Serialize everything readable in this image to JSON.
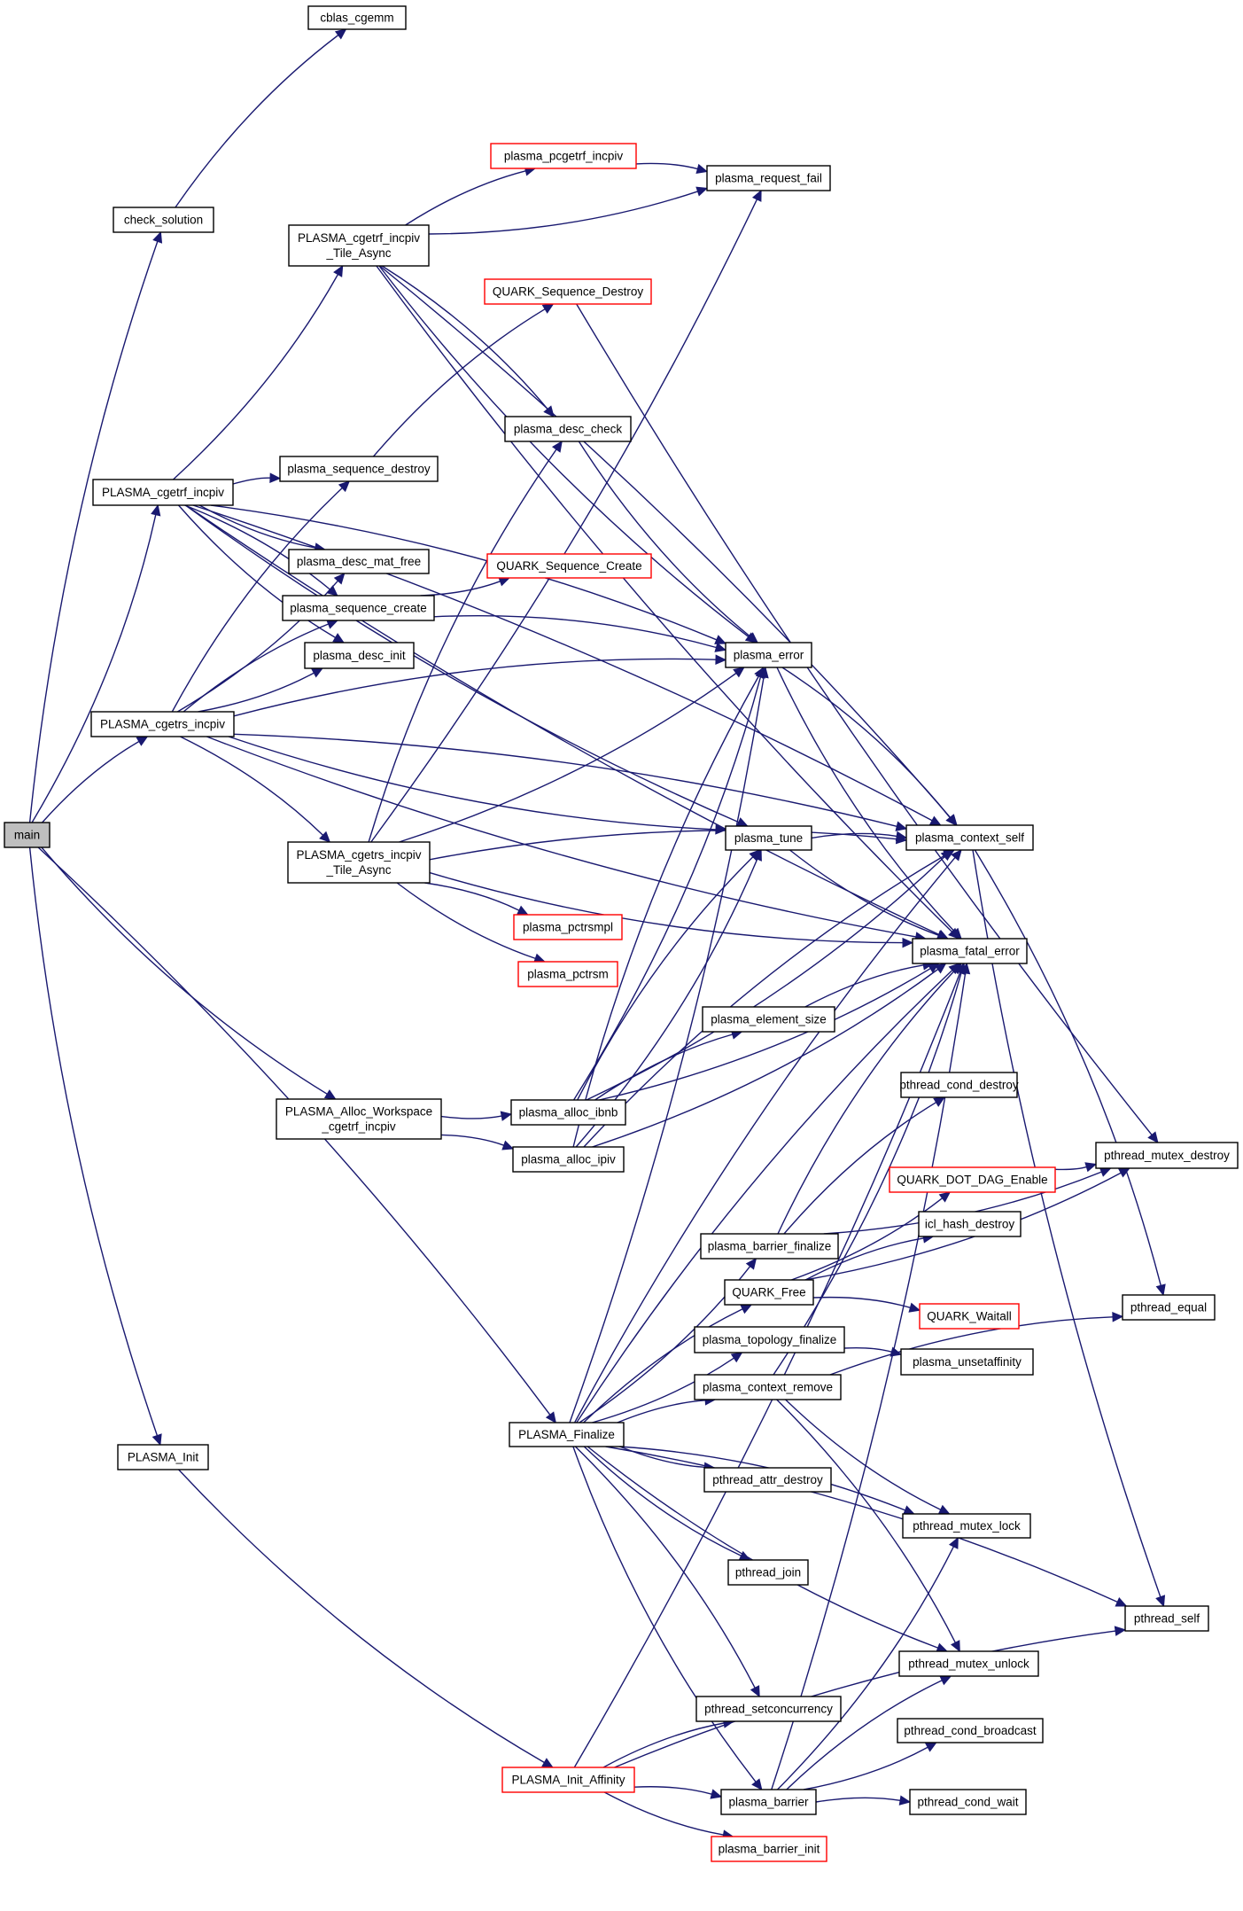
{
  "graph": {
    "title": "Call graph of main",
    "colors": {
      "edge": "#191970",
      "root_fill": "#bfbfbf",
      "node_border": "#000000",
      "truncated_border": "#ff0000"
    },
    "nodes": [
      {
        "id": "main",
        "lines": [
          "main"
        ],
        "style": "root"
      },
      {
        "id": "cblas_cgemm",
        "lines": [
          "cblas_cgemm"
        ],
        "style": "normal"
      },
      {
        "id": "check_solution",
        "lines": [
          "check_solution"
        ],
        "style": "normal"
      },
      {
        "id": "PLASMA_cgetrf_incpiv_Tile_Async",
        "lines": [
          "PLASMA_cgetrf_incpiv",
          "_Tile_Async"
        ],
        "style": "normal"
      },
      {
        "id": "plasma_pcgetrf_incpiv",
        "lines": [
          "plasma_pcgetrf_incpiv"
        ],
        "style": "red"
      },
      {
        "id": "plasma_request_fail",
        "lines": [
          "plasma_request_fail"
        ],
        "style": "normal"
      },
      {
        "id": "QUARK_Sequence_Destroy",
        "lines": [
          "QUARK_Sequence_Destroy"
        ],
        "style": "red"
      },
      {
        "id": "plasma_desc_check",
        "lines": [
          "plasma_desc_check"
        ],
        "style": "normal"
      },
      {
        "id": "PLASMA_cgetrf_incpiv",
        "lines": [
          "PLASMA_cgetrf_incpiv"
        ],
        "style": "normal"
      },
      {
        "id": "plasma_sequence_destroy",
        "lines": [
          "plasma_sequence_destroy"
        ],
        "style": "normal"
      },
      {
        "id": "plasma_desc_mat_free",
        "lines": [
          "plasma_desc_mat_free"
        ],
        "style": "normal"
      },
      {
        "id": "QUARK_Sequence_Create",
        "lines": [
          "QUARK_Sequence_Create"
        ],
        "style": "red"
      },
      {
        "id": "plasma_sequence_create",
        "lines": [
          "plasma_sequence_create"
        ],
        "style": "normal"
      },
      {
        "id": "plasma_desc_init",
        "lines": [
          "plasma_desc_init"
        ],
        "style": "normal"
      },
      {
        "id": "plasma_error",
        "lines": [
          "plasma_error"
        ],
        "style": "normal"
      },
      {
        "id": "PLASMA_cgetrs_incpiv",
        "lines": [
          "PLASMA_cgetrs_incpiv"
        ],
        "style": "normal"
      },
      {
        "id": "plasma_tune",
        "lines": [
          "plasma_tune"
        ],
        "style": "normal"
      },
      {
        "id": "plasma_context_self",
        "lines": [
          "plasma_context_self"
        ],
        "style": "normal"
      },
      {
        "id": "PLASMA_cgetrs_incpiv_Tile_Async",
        "lines": [
          "PLASMA_cgetrs_incpiv",
          "_Tile_Async"
        ],
        "style": "normal"
      },
      {
        "id": "plasma_pctrsmpl",
        "lines": [
          "plasma_pctrsmpl"
        ],
        "style": "red"
      },
      {
        "id": "plasma_pctrsm",
        "lines": [
          "plasma_pctrsm"
        ],
        "style": "red"
      },
      {
        "id": "plasma_fatal_error",
        "lines": [
          "plasma_fatal_error"
        ],
        "style": "normal"
      },
      {
        "id": "plasma_element_size",
        "lines": [
          "plasma_element_size"
        ],
        "style": "normal"
      },
      {
        "id": "PLASMA_Alloc_Workspace_cgetrf_incpiv",
        "lines": [
          "PLASMA_Alloc_Workspace",
          "_cgetrf_incpiv"
        ],
        "style": "normal"
      },
      {
        "id": "plasma_alloc_ibnb",
        "lines": [
          "plasma_alloc_ibnb"
        ],
        "style": "normal"
      },
      {
        "id": "plasma_alloc_ipiv",
        "lines": [
          "plasma_alloc_ipiv"
        ],
        "style": "normal"
      },
      {
        "id": "pthread_cond_destroy",
        "lines": [
          "pthread_cond_destroy"
        ],
        "style": "normal"
      },
      {
        "id": "QUARK_DOT_DAG_Enable",
        "lines": [
          "QUARK_DOT_DAG_Enable"
        ],
        "style": "red"
      },
      {
        "id": "pthread_mutex_destroy",
        "lines": [
          "pthread_mutex_destroy"
        ],
        "style": "normal"
      },
      {
        "id": "icl_hash_destroy",
        "lines": [
          "icl_hash_destroy"
        ],
        "style": "normal"
      },
      {
        "id": "plasma_barrier_finalize",
        "lines": [
          "plasma_barrier_finalize"
        ],
        "style": "normal"
      },
      {
        "id": "QUARK_Free",
        "lines": [
          "QUARK_Free"
        ],
        "style": "normal"
      },
      {
        "id": "QUARK_Waitall",
        "lines": [
          "QUARK_Waitall"
        ],
        "style": "red"
      },
      {
        "id": "pthread_equal",
        "lines": [
          "pthread_equal"
        ],
        "style": "normal"
      },
      {
        "id": "plasma_topology_finalize",
        "lines": [
          "plasma_topology_finalize"
        ],
        "style": "normal"
      },
      {
        "id": "plasma_unsetaffinity",
        "lines": [
          "plasma_unsetaffinity"
        ],
        "style": "normal"
      },
      {
        "id": "plasma_context_remove",
        "lines": [
          "plasma_context_remove"
        ],
        "style": "normal"
      },
      {
        "id": "PLASMA_Init",
        "lines": [
          "PLASMA_Init"
        ],
        "style": "normal"
      },
      {
        "id": "PLASMA_Finalize",
        "lines": [
          "PLASMA_Finalize"
        ],
        "style": "normal"
      },
      {
        "id": "pthread_attr_destroy",
        "lines": [
          "pthread_attr_destroy"
        ],
        "style": "normal"
      },
      {
        "id": "pthread_mutex_lock",
        "lines": [
          "pthread_mutex_lock"
        ],
        "style": "normal"
      },
      {
        "id": "pthread_join",
        "lines": [
          "pthread_join"
        ],
        "style": "normal"
      },
      {
        "id": "pthread_self",
        "lines": [
          "pthread_self"
        ],
        "style": "normal"
      },
      {
        "id": "pthread_mutex_unlock",
        "lines": [
          "pthread_mutex_unlock"
        ],
        "style": "normal"
      },
      {
        "id": "pthread_setconcurrency",
        "lines": [
          "pthread_setconcurrency"
        ],
        "style": "normal"
      },
      {
        "id": "pthread_cond_broadcast",
        "lines": [
          "pthread_cond_broadcast"
        ],
        "style": "normal"
      },
      {
        "id": "PLASMA_Init_Affinity",
        "lines": [
          "PLASMA_Init_Affinity"
        ],
        "style": "red"
      },
      {
        "id": "plasma_barrier",
        "lines": [
          "plasma_barrier"
        ],
        "style": "normal"
      },
      {
        "id": "pthread_cond_wait",
        "lines": [
          "pthread_cond_wait"
        ],
        "style": "normal"
      },
      {
        "id": "plasma_barrier_init",
        "lines": [
          "plasma_barrier_init"
        ],
        "style": "red"
      }
    ],
    "edges": [
      [
        "main",
        "check_solution"
      ],
      [
        "main",
        "PLASMA_cgetrf_incpiv"
      ],
      [
        "main",
        "PLASMA_cgetrs_incpiv"
      ],
      [
        "main",
        "PLASMA_Alloc_Workspace_cgetrf_incpiv"
      ],
      [
        "main",
        "PLASMA_Finalize"
      ],
      [
        "main",
        "PLASMA_Init"
      ],
      [
        "check_solution",
        "cblas_cgemm"
      ],
      [
        "PLASMA_cgetrf_incpiv",
        "PLASMA_cgetrf_incpiv_Tile_Async"
      ],
      [
        "PLASMA_cgetrf_incpiv",
        "plasma_sequence_destroy"
      ],
      [
        "PLASMA_cgetrf_incpiv",
        "plasma_desc_mat_free"
      ],
      [
        "PLASMA_cgetrf_incpiv",
        "plasma_sequence_create"
      ],
      [
        "PLASMA_cgetrf_incpiv",
        "plasma_desc_init"
      ],
      [
        "PLASMA_cgetrf_incpiv",
        "plasma_error"
      ],
      [
        "PLASMA_cgetrf_incpiv",
        "plasma_tune"
      ],
      [
        "PLASMA_cgetrf_incpiv",
        "plasma_context_self"
      ],
      [
        "PLASMA_cgetrf_incpiv",
        "plasma_fatal_error"
      ],
      [
        "PLASMA_cgetrf_incpiv_Tile_Async",
        "plasma_pcgetrf_incpiv"
      ],
      [
        "PLASMA_cgetrf_incpiv_Tile_Async",
        "plasma_request_fail"
      ],
      [
        "PLASMA_cgetrf_incpiv_Tile_Async",
        "plasma_desc_check"
      ],
      [
        "PLASMA_cgetrf_incpiv_Tile_Async",
        "plasma_error"
      ],
      [
        "PLASMA_cgetrf_incpiv_Tile_Async",
        "plasma_context_self"
      ],
      [
        "PLASMA_cgetrf_incpiv_Tile_Async",
        "plasma_fatal_error"
      ],
      [
        "plasma_pcgetrf_incpiv",
        "plasma_request_fail"
      ],
      [
        "QUARK_Sequence_Destroy",
        "pthread_mutex_destroy"
      ],
      [
        "plasma_sequence_destroy",
        "QUARK_Sequence_Destroy"
      ],
      [
        "plasma_sequence_create",
        "QUARK_Sequence_Create"
      ],
      [
        "plasma_sequence_create",
        "plasma_error"
      ],
      [
        "plasma_desc_check",
        "plasma_error"
      ],
      [
        "plasma_error",
        "plasma_context_self"
      ],
      [
        "plasma_error",
        "plasma_fatal_error"
      ],
      [
        "PLASMA_cgetrs_incpiv",
        "plasma_sequence_destroy"
      ],
      [
        "PLASMA_cgetrs_incpiv",
        "plasma_desc_mat_free"
      ],
      [
        "PLASMA_cgetrs_incpiv",
        "plasma_sequence_create"
      ],
      [
        "PLASMA_cgetrs_incpiv",
        "plasma_desc_init"
      ],
      [
        "PLASMA_cgetrs_incpiv",
        "plasma_error"
      ],
      [
        "PLASMA_cgetrs_incpiv",
        "plasma_tune"
      ],
      [
        "PLASMA_cgetrs_incpiv",
        "plasma_context_self"
      ],
      [
        "PLASMA_cgetrs_incpiv",
        "plasma_fatal_error"
      ],
      [
        "PLASMA_cgetrs_incpiv",
        "PLASMA_cgetrs_incpiv_Tile_Async"
      ],
      [
        "PLASMA_cgetrs_incpiv_Tile_Async",
        "plasma_request_fail"
      ],
      [
        "PLASMA_cgetrs_incpiv_Tile_Async",
        "plasma_desc_check"
      ],
      [
        "PLASMA_cgetrs_incpiv_Tile_Async",
        "plasma_error"
      ],
      [
        "PLASMA_cgetrs_incpiv_Tile_Async",
        "plasma_pctrsmpl"
      ],
      [
        "PLASMA_cgetrs_incpiv_Tile_Async",
        "plasma_pctrsm"
      ],
      [
        "PLASMA_cgetrs_incpiv_Tile_Async",
        "plasma_context_self"
      ],
      [
        "PLASMA_cgetrs_incpiv_Tile_Async",
        "plasma_fatal_error"
      ],
      [
        "plasma_tune",
        "plasma_context_self"
      ],
      [
        "plasma_tune",
        "plasma_fatal_error"
      ],
      [
        "plasma_context_self",
        "pthread_equal"
      ],
      [
        "plasma_context_self",
        "pthread_self"
      ],
      [
        "plasma_element_size",
        "plasma_fatal_error"
      ],
      [
        "PLASMA_Alloc_Workspace_cgetrf_incpiv",
        "plasma_alloc_ibnb"
      ],
      [
        "PLASMA_Alloc_Workspace_cgetrf_incpiv",
        "plasma_alloc_ipiv"
      ],
      [
        "plasma_alloc_ibnb",
        "plasma_error"
      ],
      [
        "plasma_alloc_ibnb",
        "plasma_tune"
      ],
      [
        "plasma_alloc_ibnb",
        "plasma_context_self"
      ],
      [
        "plasma_alloc_ibnb",
        "plasma_element_size"
      ],
      [
        "plasma_alloc_ibnb",
        "plasma_fatal_error"
      ],
      [
        "plasma_alloc_ipiv",
        "plasma_error"
      ],
      [
        "plasma_alloc_ipiv",
        "plasma_tune"
      ],
      [
        "plasma_alloc_ipiv",
        "plasma_context_self"
      ],
      [
        "plasma_alloc_ipiv",
        "plasma_fatal_error"
      ],
      [
        "plasma_barrier_finalize",
        "pthread_cond_destroy"
      ],
      [
        "plasma_barrier_finalize",
        "pthread_mutex_destroy"
      ],
      [
        "plasma_barrier_finalize",
        "plasma_fatal_error"
      ],
      [
        "QUARK_Free",
        "QUARK_DOT_DAG_Enable"
      ],
      [
        "QUARK_Free",
        "icl_hash_destroy"
      ],
      [
        "QUARK_Free",
        "pthread_mutex_destroy"
      ],
      [
        "QUARK_Free",
        "QUARK_Waitall"
      ],
      [
        "QUARK_DOT_DAG_Enable",
        "pthread_mutex_destroy"
      ],
      [
        "plasma_topology_finalize",
        "plasma_unsetaffinity"
      ],
      [
        "plasma_context_remove",
        "plasma_fatal_error"
      ],
      [
        "plasma_context_remove",
        "pthread_equal"
      ],
      [
        "plasma_context_remove",
        "pthread_mutex_lock"
      ],
      [
        "plasma_context_remove",
        "pthread_mutex_unlock"
      ],
      [
        "PLASMA_Init",
        "PLASMA_Init_Affinity"
      ],
      [
        "PLASMA_Finalize",
        "plasma_context_self"
      ],
      [
        "PLASMA_Finalize",
        "plasma_error"
      ],
      [
        "PLASMA_Finalize",
        "plasma_fatal_error"
      ],
      [
        "PLASMA_Finalize",
        "plasma_barrier_finalize"
      ],
      [
        "PLASMA_Finalize",
        "QUARK_Free"
      ],
      [
        "PLASMA_Finalize",
        "plasma_topology_finalize"
      ],
      [
        "PLASMA_Finalize",
        "plasma_context_remove"
      ],
      [
        "PLASMA_Finalize",
        "pthread_attr_destroy"
      ],
      [
        "PLASMA_Finalize",
        "pthread_mutex_lock"
      ],
      [
        "PLASMA_Finalize",
        "pthread_join"
      ],
      [
        "PLASMA_Finalize",
        "pthread_self"
      ],
      [
        "PLASMA_Finalize",
        "pthread_mutex_unlock"
      ],
      [
        "PLASMA_Finalize",
        "pthread_setconcurrency"
      ],
      [
        "PLASMA_Finalize",
        "plasma_barrier"
      ],
      [
        "PLASMA_Init_Affinity",
        "pthread_setconcurrency"
      ],
      [
        "PLASMA_Init_Affinity",
        "plasma_fatal_error"
      ],
      [
        "PLASMA_Init_Affinity",
        "plasma_barrier"
      ],
      [
        "PLASMA_Init_Affinity",
        "plasma_barrier_init"
      ],
      [
        "PLASMA_Init_Affinity",
        "pthread_self"
      ],
      [
        "plasma_barrier",
        "pthread_mutex_lock"
      ],
      [
        "plasma_barrier",
        "pthread_mutex_unlock"
      ],
      [
        "plasma_barrier",
        "pthread_cond_broadcast"
      ],
      [
        "plasma_barrier",
        "pthread_cond_wait"
      ],
      [
        "plasma_barrier",
        "plasma_fatal_error"
      ]
    ]
  }
}
